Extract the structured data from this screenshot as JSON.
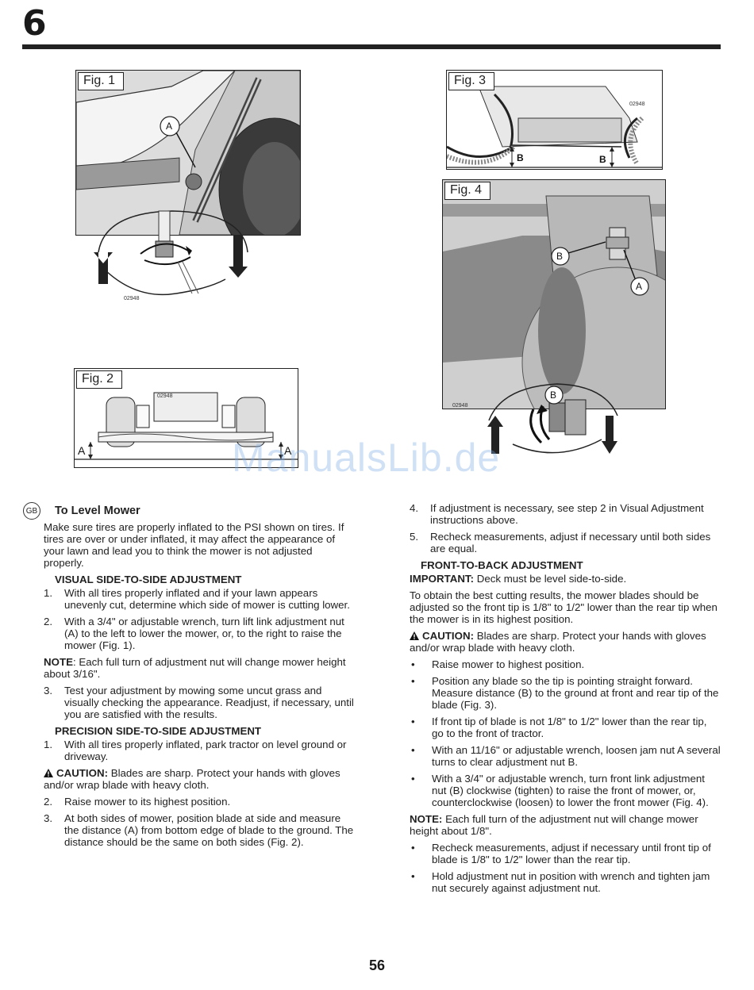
{
  "header": {
    "section_number": "6"
  },
  "figures": {
    "fig1": {
      "label": "Fig. 1",
      "callout_a": "A",
      "code": "02948"
    },
    "fig2": {
      "label": "Fig. 2",
      "callout_a_left": "A",
      "callout_a_right": "A",
      "code": "02948"
    },
    "fig3": {
      "label": "Fig. 3",
      "callout_b_left": "B",
      "callout_b_right": "B",
      "code": "02948"
    },
    "fig4": {
      "label": "Fig. 4",
      "callout_b": "B",
      "callout_a": "A",
      "callout_b_inset": "B",
      "code": "02948"
    }
  },
  "watermark": "ManualsLib.de",
  "left": {
    "gb": "GB",
    "title": "To Level Mower",
    "intro": "Make sure tires are properly inflated to the PSI shown on tires. If tires are over or under inflated, it may affect the appearance of your lawn and lead you to think the mower is not adjusted properly.",
    "visual_heading": "VISUAL SIDE-TO-SIDE ADJUSTMENT",
    "visual_items": [
      {
        "n": "1.",
        "t": "With all tires properly inflated and if your lawn appears unevenly cut, determine which side of mower is cutting lower."
      },
      {
        "n": "2.",
        "t": "With a 3/4\" or adjustable wrench, turn lift link adjustment nut (A) to the left to lower the mower, or, to the right to raise the mower (Fig. 1)."
      }
    ],
    "note_label": "NOTE",
    "note_text": ": Each full turn of adjustment nut will change mower height about 3/16\".",
    "visual_item3": {
      "n": "3.",
      "t": "Test your adjustment by mowing some uncut grass and visually checking the appearance. Readjust, if necessary, until you are satisfied with the results."
    },
    "precision_heading": "PRECISION SIDE-TO-SIDE ADJUSTMENT",
    "precision_item1": {
      "n": "1.",
      "t": "With all tires properly inflated, park tractor on level ground or driveway."
    },
    "caution_label": "CAUTION:",
    "caution_text": " Blades are sharp. Protect your hands with gloves and/or wrap blade with heavy cloth.",
    "precision_items": [
      {
        "n": "2.",
        "t": "Raise mower to its highest position."
      },
      {
        "n": "3.",
        "t": "At both sides of mower, position blade at side and measure the distance (A) from bottom edge of blade to the ground. The distance should be the same on both sides (Fig. 2)."
      }
    ]
  },
  "right": {
    "items": [
      {
        "n": "4.",
        "t": "If adjustment is necessary, see step 2 in Visual Adjustment instructions above."
      },
      {
        "n": "5.",
        "t": "Recheck measurements, adjust if necessary until both sides are equal."
      }
    ],
    "ftb_heading": "FRONT-TO-BACK ADJUSTMENT",
    "important_label": "IMPORTANT:",
    "important_text": " Deck must be level side-to-side.",
    "para": "To obtain the best cutting results, the mower blades should be adjusted so the front tip is 1/8\" to 1/2\" lower than the rear tip when the mower is in its highest position.",
    "caution_label": "CAUTION:",
    "caution_text": " Blades are sharp. Protect your hands with gloves and/or wrap blade with heavy cloth.",
    "bullets": [
      "Raise mower to highest position.",
      "Position any blade so the tip is pointing straight forward. Measure distance (B) to the ground at front and rear tip of the blade (Fig. 3).",
      "If front tip of blade is not 1/8\" to 1/2\" lower than the rear tip, go to the front of tractor.",
      "With an 11/16\" or adjustable wrench, loosen jam nut A several turns to clear adjustment nut B.",
      "With a 3/4\" or adjustable wrench, turn front link adjustment nut (B) clockwise (tighten) to raise the front of mower, or, counterclockwise (loosen) to lower the front mower (Fig. 4)."
    ],
    "note_label": "NOTE:",
    "note_text": " Each full turn of the adjustment nut will change mower height about 1/8\".",
    "bullets2": [
      "Recheck measurements, adjust if necessary until front tip of blade is 1/8\" to 1/2\" lower than the rear tip.",
      "Hold adjustment nut in position with wrench and tighten jam nut securely against adjustment nut."
    ],
    "bullet_char": "•"
  },
  "footer": {
    "page_number": "56"
  }
}
